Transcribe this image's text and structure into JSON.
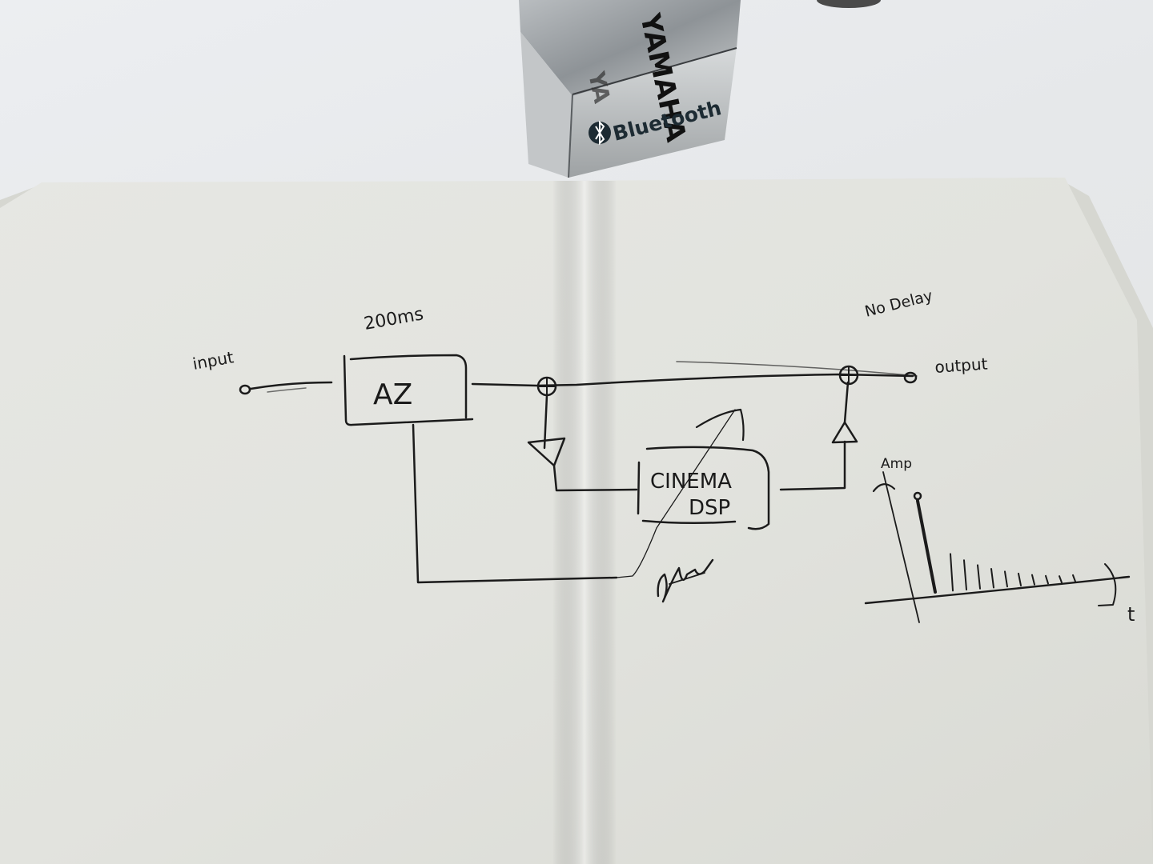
{
  "scene": {
    "description": "Photo of a hand-drawn audio signal-flow sketch on an open notebook, with an acrylic Yamaha/Bluetooth cube on the desk above"
  },
  "cube": {
    "brand_text": "YAMAHA",
    "label_text": "Bluetooth",
    "mirror_text": "YA",
    "icon": "bluetooth-icon"
  },
  "diagram": {
    "input_label": "input",
    "delay_label": "200ms",
    "block_a_label": "AZ",
    "dsp_label_line1": "CINEMA",
    "dsp_label_line2": "DSP",
    "output_label": "output",
    "no_delay_label": "No Delay",
    "scribble_label": "signature",
    "graph": {
      "y_axis_label": "Amp",
      "x_axis_label": "t",
      "impulse_count": 11
    }
  },
  "colors": {
    "ink": "#1b1b1b",
    "paper": "#e4e5e1",
    "desk": "#eceef1"
  }
}
